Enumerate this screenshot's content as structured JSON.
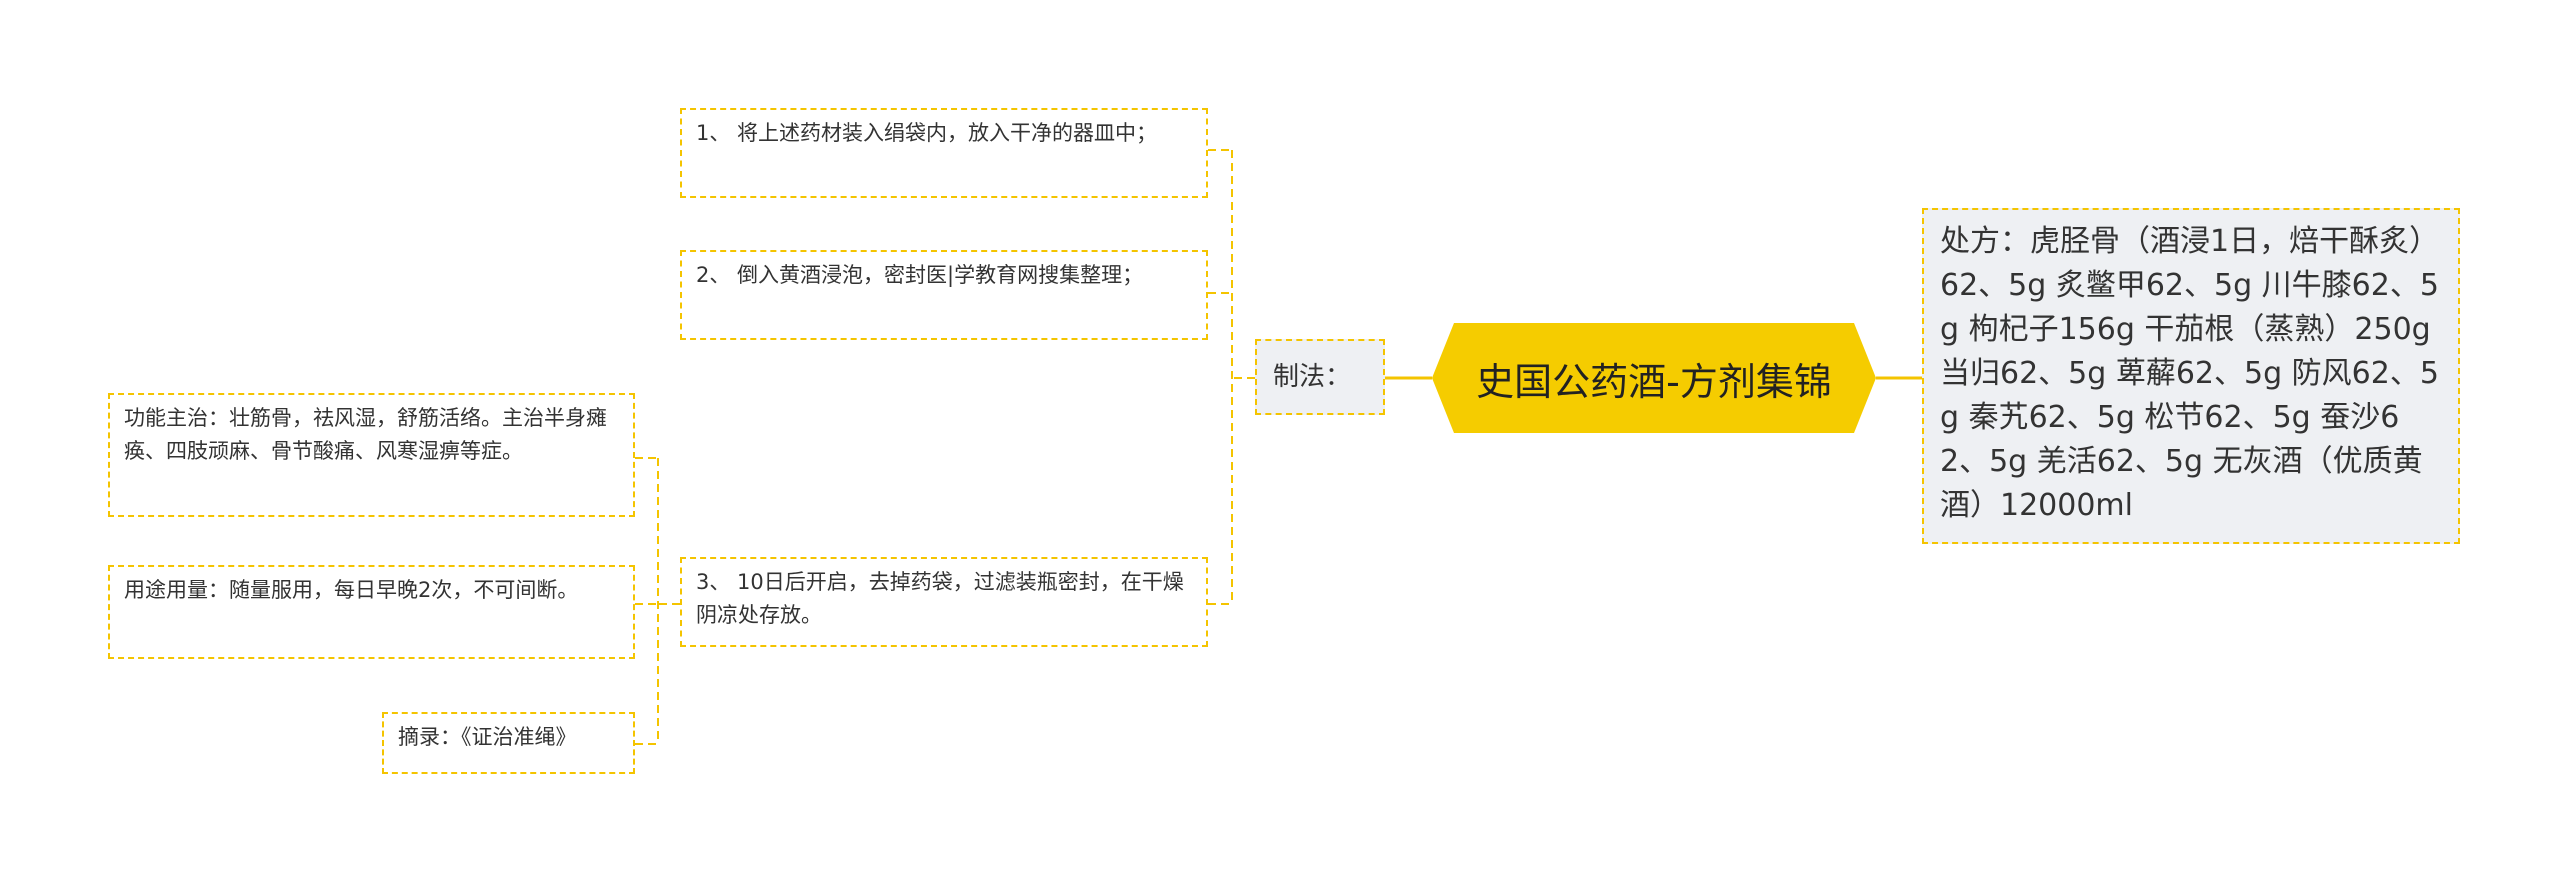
{
  "mindmap": {
    "central": "史国公药酒-方剂集锦",
    "prescription": "处方：虎胫骨（酒浸1日，焙干酥炙）62、5g 炙鳖甲62、5g 川牛膝62、5g 枸杞子156g 干茄根（蒸熟）250g 当归62、5g 萆薢62、5g 防风62、5g 秦艽62、5g 松节62、5g 蚕沙62、5g 羌活62、5g 无灰酒（优质黄酒）12000ml",
    "method_label": "制法：",
    "steps": [
      "1、 将上述药材装入绢袋内，放入干净的器皿中；",
      "2、 倒入黄酒浸泡，密封医|学教育网搜集整理；",
      "3、 10日后开启，去掉药袋，过滤装瓶密封，在干燥阴凉处存放。"
    ],
    "step3_children": [
      "功能主治：壮筋骨，祛风湿，舒筋活络。主治半身瘫痪、四肢顽麻、骨节酸痛、风寒湿痹等症。",
      "用途用量：随量服用，每日早晚2次，不可间断。",
      "摘录：《证治准绳》"
    ]
  },
  "colors": {
    "central_fill": "#f5cc00",
    "border": "#f4c400",
    "line": "#f4c400",
    "grey_fill": "#eef0f3"
  }
}
